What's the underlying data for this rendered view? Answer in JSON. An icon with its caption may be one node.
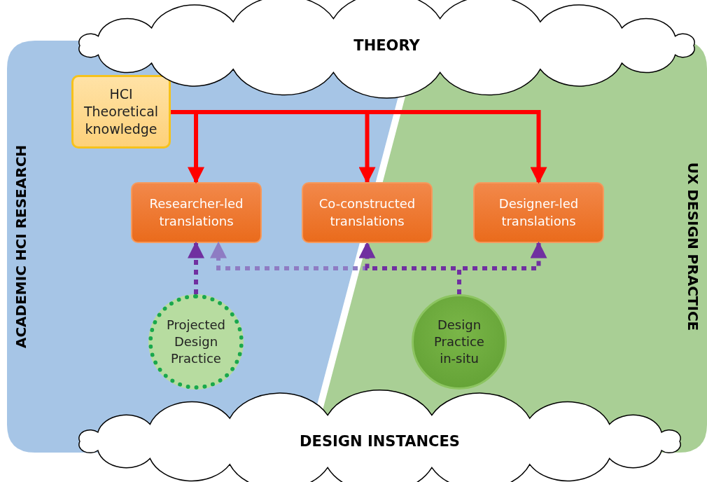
{
  "diagram": {
    "nodes": [
      {
        "text": [
          "THEORY"
        ]
      },
      {
        "text": [
          "ACADEMIC HCI RESEARCH"
        ]
      },
      {
        "text": [
          "UX DESIGN PRACTICE"
        ]
      },
      {
        "text": [
          "HCI Theoretical knowledge"
        ],
        "in": 1
      },
      {
        "text": [
          "Researcher-led translations"
        ],
        "in": 1
      },
      {
        "text": [
          "Co-constructed translations"
        ]
      },
      {
        "text": [
          "Designer-led translations"
        ],
        "in": 2
      },
      {
        "text": [
          "Projected Design Practice"
        ],
        "in": 1
      },
      {
        "text": [
          "Design Practice in-situ"
        ],
        "in": 2
      },
      {
        "text": [
          "DESIGN INSTANCES"
        ]
      }
    ],
    "edges": [
      {
        "from": 3,
        "to": 4,
        "arrow": "to",
        "color": "#ff0000"
      },
      {
        "from": 3,
        "to": 5,
        "arrow": "to",
        "color": "#ff0000"
      },
      {
        "from": 3,
        "to": 6,
        "arrow": "to",
        "color": "#ff0000"
      },
      {
        "from": 7,
        "to": 4,
        "arrow": "to",
        "style": "dashed",
        "color": "#7030a0"
      },
      {
        "from": 8,
        "to": 4,
        "arrow": "to",
        "style": "dashed",
        "color": "#8e7cc3"
      },
      {
        "from": 8,
        "to": 5,
        "arrow": "to",
        "style": "dashed",
        "color": "#7030a0"
      },
      {
        "from": 8,
        "to": 6,
        "arrow": "to",
        "style": "dashed",
        "color": "#7030a0"
      }
    ]
  }
}
